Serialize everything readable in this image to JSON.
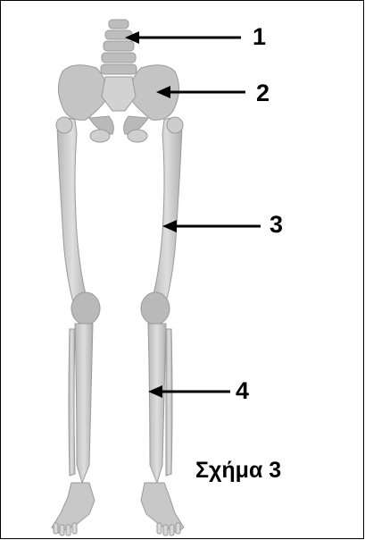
{
  "labels": [
    "1",
    "2",
    "3",
    "4"
  ],
  "caption": "Σχήμα 3",
  "colors": {
    "bone": "#c9c9c9",
    "bone_dark": "#9a9a9a",
    "bone_light": "#e6e6e6",
    "arrow": "#000000",
    "frame": "#000000"
  }
}
